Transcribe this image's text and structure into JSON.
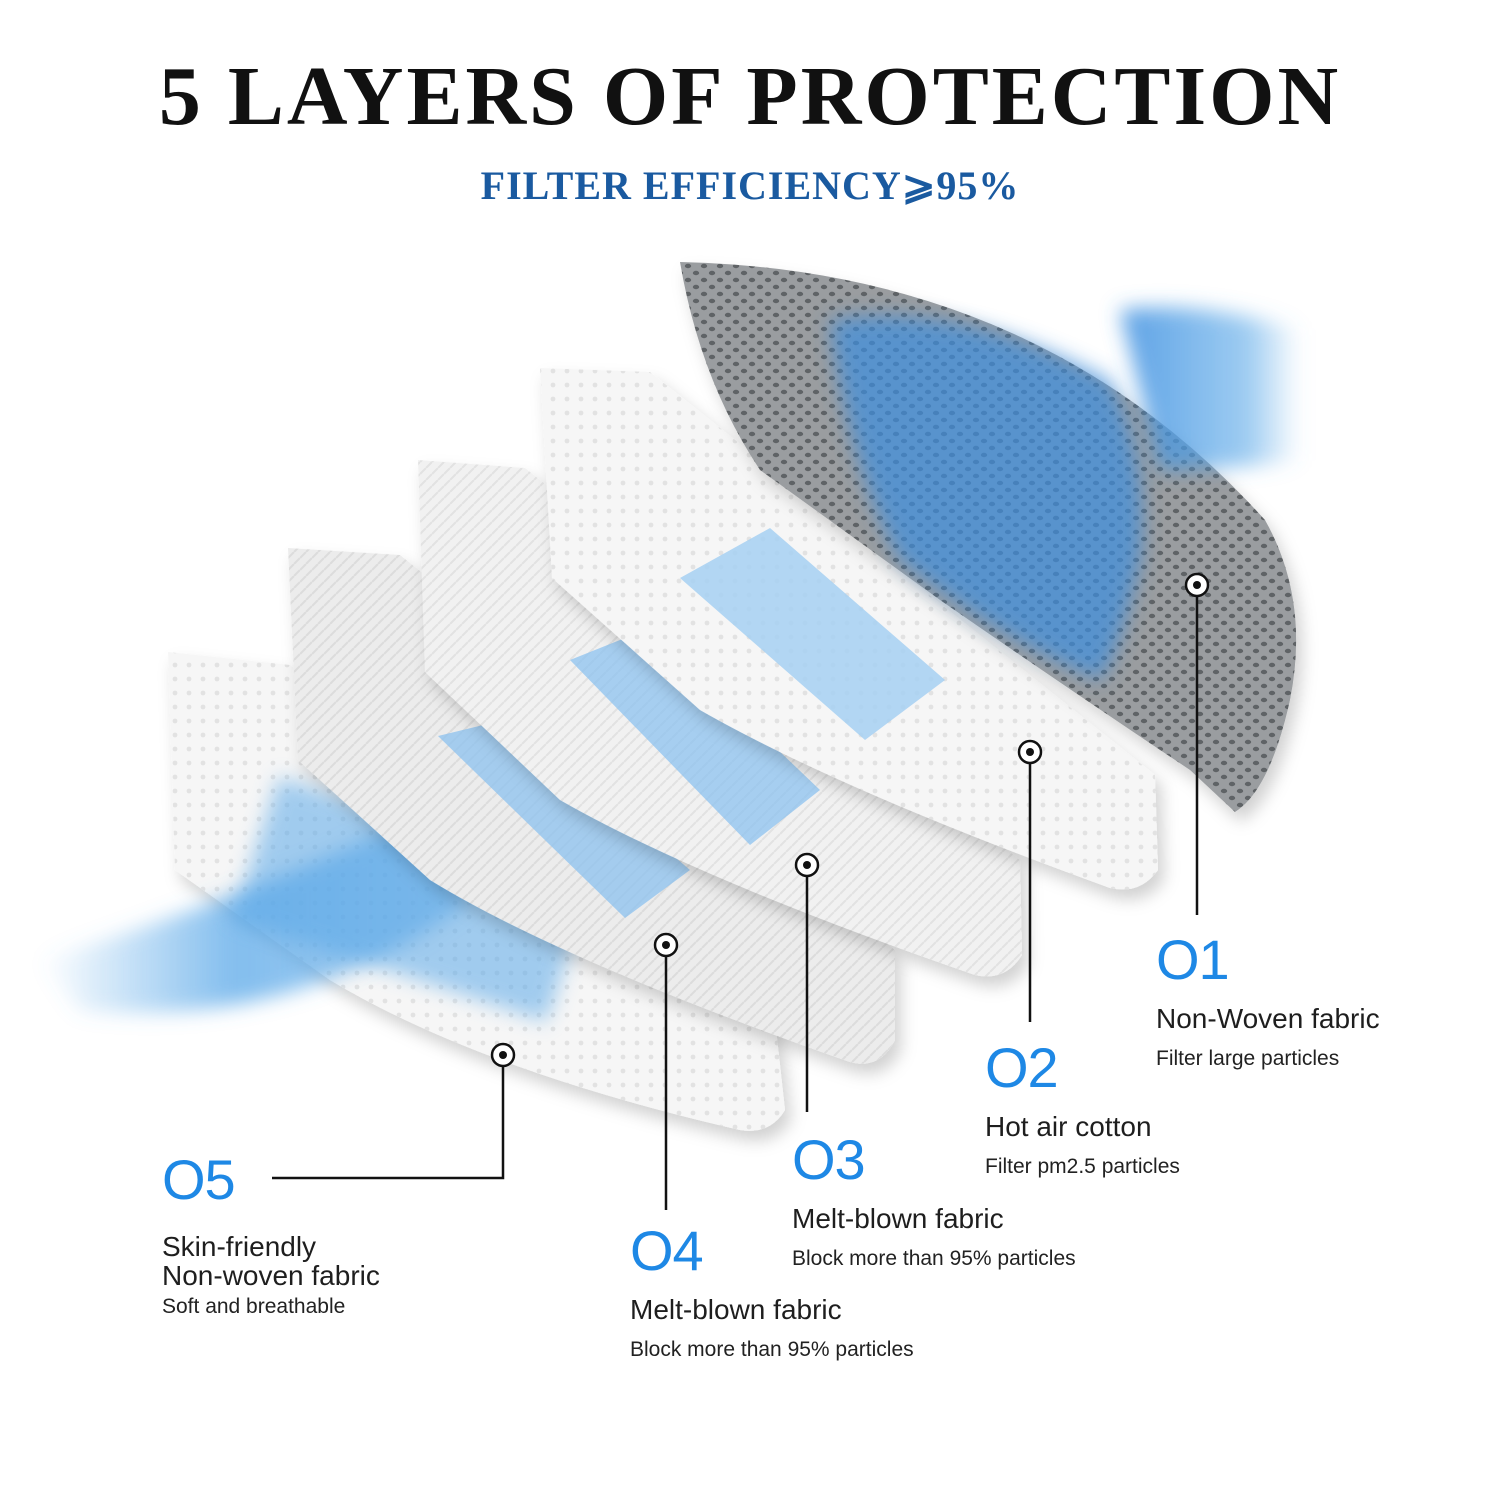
{
  "heading": {
    "title": "5 LAYERS OF PROTECTION",
    "subtitle": "FILTER EFFICIENCY⩾95%"
  },
  "colors": {
    "accent_blue": "#1e88e5",
    "title_blue": "#1a5aa0",
    "airflow_blue": "#5aa8e8",
    "layer_grey": "#8e9296",
    "layer_white": "#f4f4f4"
  },
  "layers": [
    {
      "number": "O1",
      "name": "Non-Woven fabric",
      "description": "Filter large particles"
    },
    {
      "number": "O2",
      "name": "Hot air cotton",
      "description": "Filter pm2.5 particles"
    },
    {
      "number": "O3",
      "name": "Melt-blown fabric",
      "description": "Block more than 95% particles"
    },
    {
      "number": "O4",
      "name": "Melt-blown fabric",
      "description": "Block more than 95% particles"
    },
    {
      "number": "O5",
      "name_line1": "Skin-friendly",
      "name_line2": "Non-woven fabric",
      "description": "Soft and breathable"
    }
  ]
}
